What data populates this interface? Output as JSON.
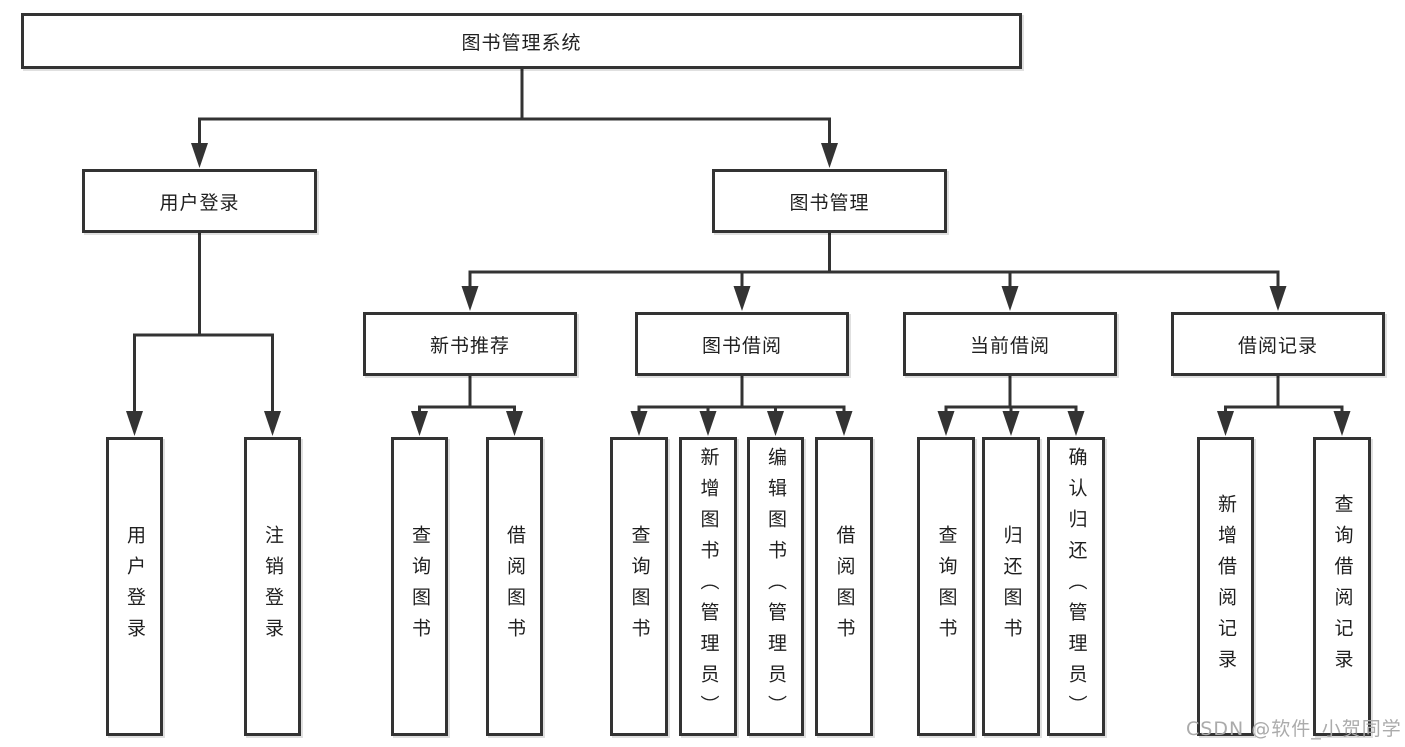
{
  "diagram": {
    "title": "图书管理系统",
    "level2": {
      "user_login_group": "用户登录",
      "book_mgmt": "图书管理"
    },
    "level3": {
      "new_book_rec": "新书推荐",
      "book_borrow": "图书借阅",
      "current_borrow": "当前借阅",
      "borrow_records": "借阅记录"
    },
    "leaves": {
      "user_login": "用户登录",
      "logout": "注销登录",
      "rec_query_books": "查询图书",
      "rec_borrow_books": "借阅图书",
      "bb_query_books": "查询图书",
      "bb_add_books": "新增图书（管理员）",
      "bb_edit_books": "编辑图书（管理员）",
      "bb_borrow_books": "借阅图书",
      "cb_query_books": "查询图书",
      "cb_return_books": "归还图书",
      "cb_confirm_return": "确认归还（管理员）",
      "br_add_record": "新增借阅记录",
      "br_query_record": "查询借阅记录"
    },
    "watermark": "CSDN @软件_小贺同学",
    "colors": {
      "line": "#333333",
      "text": "#1f1f1f",
      "box_background": "#ffffff",
      "watermark": "#ababab"
    }
  }
}
